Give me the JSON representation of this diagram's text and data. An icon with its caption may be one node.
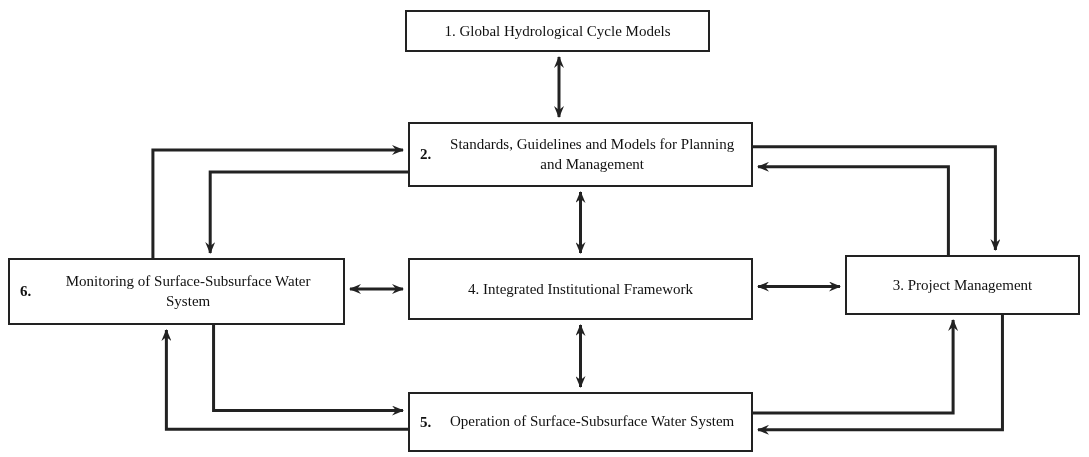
{
  "diagram": {
    "nodes": [
      {
        "text": [
          "1. Global Hydrological Cycle Models"
        ]
      },
      {
        "text": [
          "2.",
          "Standards, Guidelines and Models for Planning and Management"
        ]
      },
      {
        "text": [
          "6.",
          "Monitoring of Surface-Subsurface Water System"
        ]
      },
      {
        "text": [
          "4. Integrated Institutional Framework"
        ]
      },
      {
        "text": [
          "3. Project Management"
        ]
      },
      {
        "text": [
          "5.",
          "Operation of Surface-Subsurface Water System"
        ]
      }
    ],
    "edges": [
      {
        "from": 0,
        "to": 1,
        "arrow": "both"
      },
      {
        "from": 1,
        "to": 3,
        "arrow": "both"
      },
      {
        "from": 3,
        "to": 5,
        "arrow": "both"
      },
      {
        "from": 2,
        "to": 3,
        "arrow": "both"
      },
      {
        "from": 3,
        "to": 4,
        "arrow": "both"
      },
      {
        "from": 2,
        "to": 1,
        "arrow": "to"
      },
      {
        "from": 1,
        "to": 2,
        "arrow": "to"
      },
      {
        "from": 1,
        "to": 4,
        "arrow": "to"
      },
      {
        "from": 4,
        "to": 1,
        "arrow": "to"
      },
      {
        "from": 2,
        "to": 5,
        "arrow": "to"
      },
      {
        "from": 5,
        "to": 2,
        "arrow": "to"
      },
      {
        "from": 5,
        "to": 4,
        "arrow": "to"
      },
      {
        "from": 4,
        "to": 5,
        "arrow": "to"
      }
    ]
  }
}
